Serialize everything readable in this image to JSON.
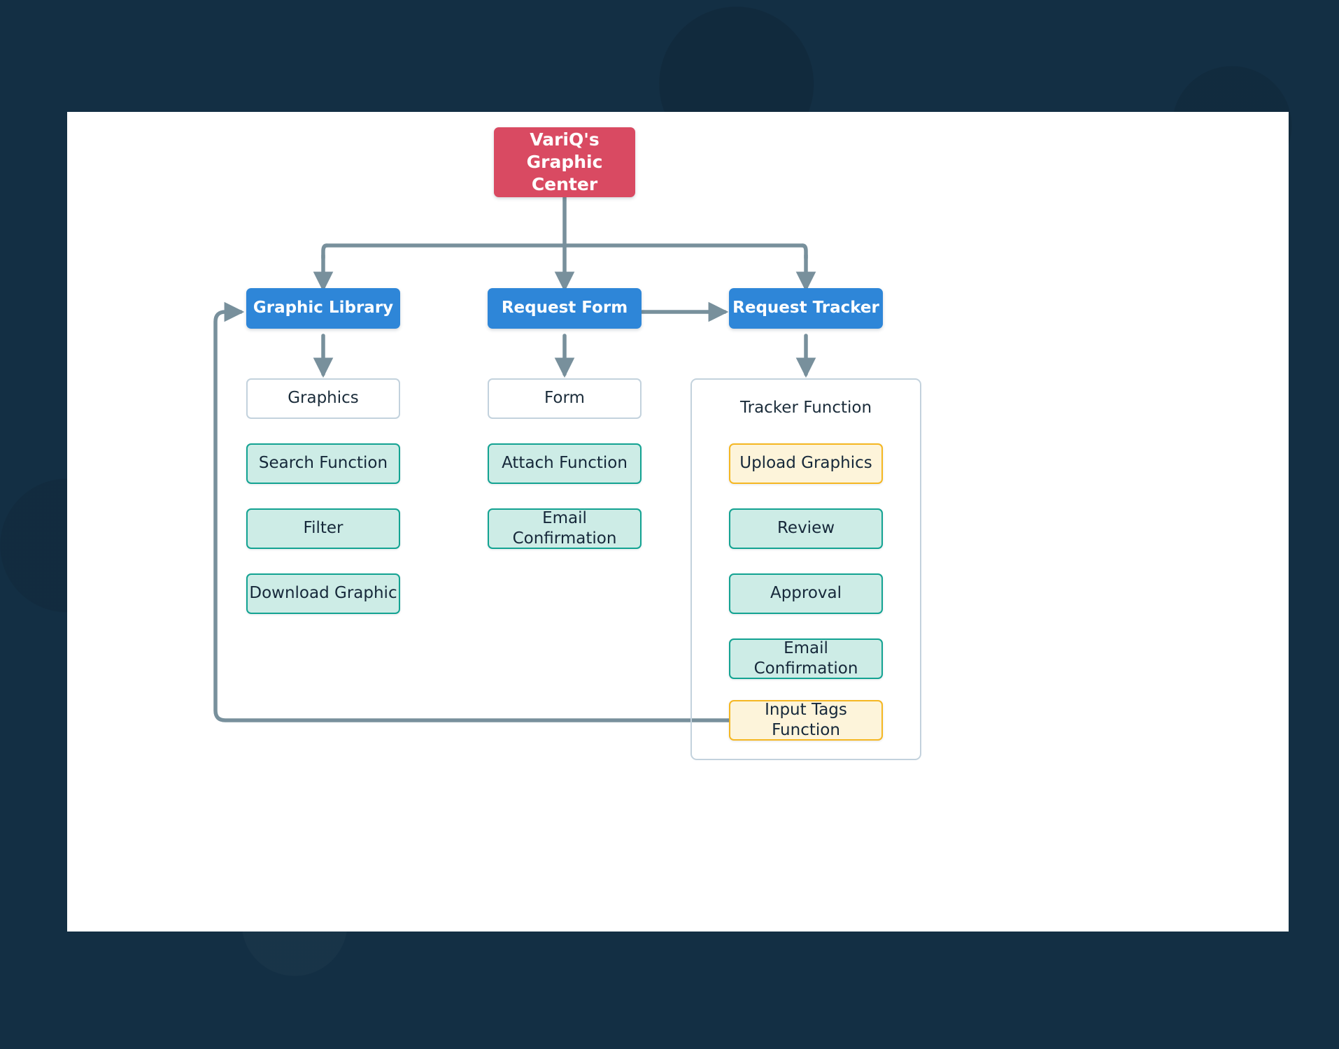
{
  "page": {
    "background_color": "#132f44",
    "canvas_color": "#ffffff"
  },
  "palette": {
    "root": "#d94a62",
    "primary": "#2e86d8",
    "teal_fill": "#cdece6",
    "teal_border": "#13a392",
    "yellow_fill": "#fdf4da",
    "yellow_border": "#f5b722",
    "connector": "#78909c",
    "plain_border": "#c3d2dd",
    "text_dark": "#16283a",
    "text_light": "#ffffff"
  },
  "diagram": {
    "type": "flowchart",
    "root": {
      "line1": "VariQ's",
      "line2": "Graphic Center"
    },
    "branches": [
      {
        "name": "Graphic Library",
        "child": "Graphics",
        "functions": [
          "Search Function",
          "Filter",
          "Download Graphic"
        ]
      },
      {
        "name": "Request Form",
        "child": "Form",
        "functions": [
          "Attach Function",
          "Email Confirmation"
        ]
      },
      {
        "name": "Request Tracker",
        "child": "Tracker Function",
        "functions": [
          "Upload Graphics",
          "Review",
          "Approval",
          "Email Confirmation",
          "Input Tags Function"
        ]
      }
    ],
    "tracker_group_title": "Tracker Function",
    "tracker_items": [
      {
        "label": "Upload Graphics",
        "style": "yellow"
      },
      {
        "label": "Review",
        "style": "teal"
      },
      {
        "label": "Approval",
        "style": "teal"
      },
      {
        "label": "Email Confirmation",
        "style": "teal"
      },
      {
        "label": "Input Tags Function",
        "style": "yellow"
      }
    ],
    "edges": [
      {
        "from": "VariQ's Graphic Center",
        "to": "Graphic Library",
        "kind": "elbow-down"
      },
      {
        "from": "VariQ's Graphic Center",
        "to": "Request Form",
        "kind": "straight-down"
      },
      {
        "from": "VariQ's Graphic Center",
        "to": "Request Tracker",
        "kind": "elbow-down"
      },
      {
        "from": "Graphic Library",
        "to": "Graphics",
        "kind": "straight-down"
      },
      {
        "from": "Request Form",
        "to": "Form",
        "kind": "straight-down"
      },
      {
        "from": "Request Form",
        "to": "Request Tracker",
        "kind": "straight-right"
      },
      {
        "from": "Request Tracker",
        "to": "Tracker Function",
        "kind": "straight-down"
      },
      {
        "from": "Input Tags Function",
        "to": "Graphic Library",
        "kind": "loop-back-left"
      }
    ]
  }
}
